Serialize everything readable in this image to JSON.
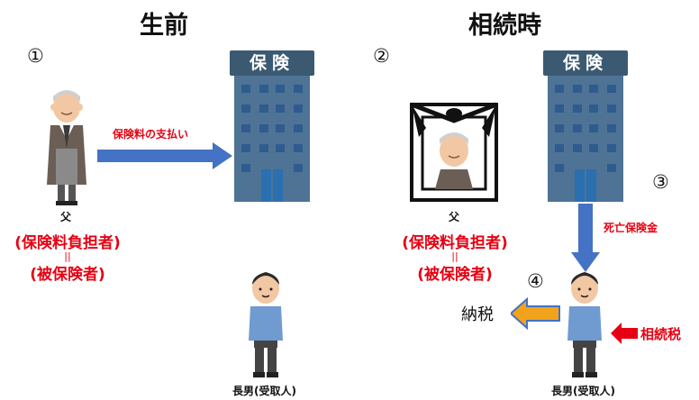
{
  "headings": {
    "left": "生前",
    "right": "相続時"
  },
  "steps": {
    "one": "①",
    "two": "②",
    "three": "③",
    "four": "④"
  },
  "building_sign": "保険",
  "left_scene": {
    "father_label": "父",
    "role_payer": "(保険料負担者)",
    "equals": "||",
    "role_insured": "(被保険者)",
    "payment_arrow_label": "保険料の支払い",
    "son_label": "長男(受取人)"
  },
  "right_scene": {
    "father_label": "父",
    "role_payer": "(保険料負担者)",
    "equals": "||",
    "role_insured": "(被保険者)",
    "benefit_arrow_label": "死亡保険金",
    "tax_payment_label": "納税",
    "inheritance_tax_label": "相続税",
    "son_label": "長男(受取人)"
  },
  "colors": {
    "building": "#4e7395",
    "sign": "#3b5a72",
    "window": "#2f5b8e",
    "arrow_blue": "#4472c4",
    "arrow_orange": "#f3a31b",
    "arrow_red": "#e60012",
    "label_red": "#e60012"
  }
}
